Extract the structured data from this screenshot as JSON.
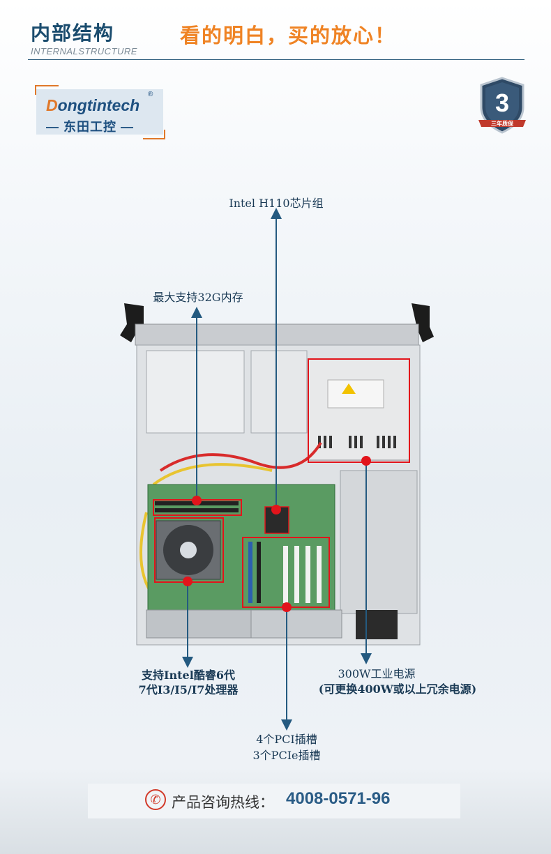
{
  "header": {
    "title_cn": "内部结构",
    "title_en": "INTERNALSTRUCTURE",
    "slogan": "看的明白，买的放心！"
  },
  "logo": {
    "name_en_first": "D",
    "name_en_rest": "ongtintech",
    "registered": "®",
    "name_cn": "— 东田工控 —"
  },
  "warranty_badge": {
    "number": "3",
    "text": "三年质保"
  },
  "annotations": {
    "chipset": "Intel H110芯片组",
    "memory": "最大支持32G内存",
    "cpu_line1": "支持Intel酷睿6代",
    "cpu_line2": "7代I3/I5/I7处理器",
    "slots_line1": "4个PCI插槽",
    "slots_line2": "3个PCIe插槽",
    "psu_line1": "300W工业电源",
    "psu_line2": "(可更换400W或以上冗余电源)"
  },
  "contact": {
    "label": "产品咨询热线：",
    "phone": "4008-0571-96"
  },
  "colors": {
    "brand_blue": "#1a4c6e",
    "accent_orange": "#ef8324",
    "marker_red": "#e2141b",
    "arrow_blue": "#245a80"
  }
}
